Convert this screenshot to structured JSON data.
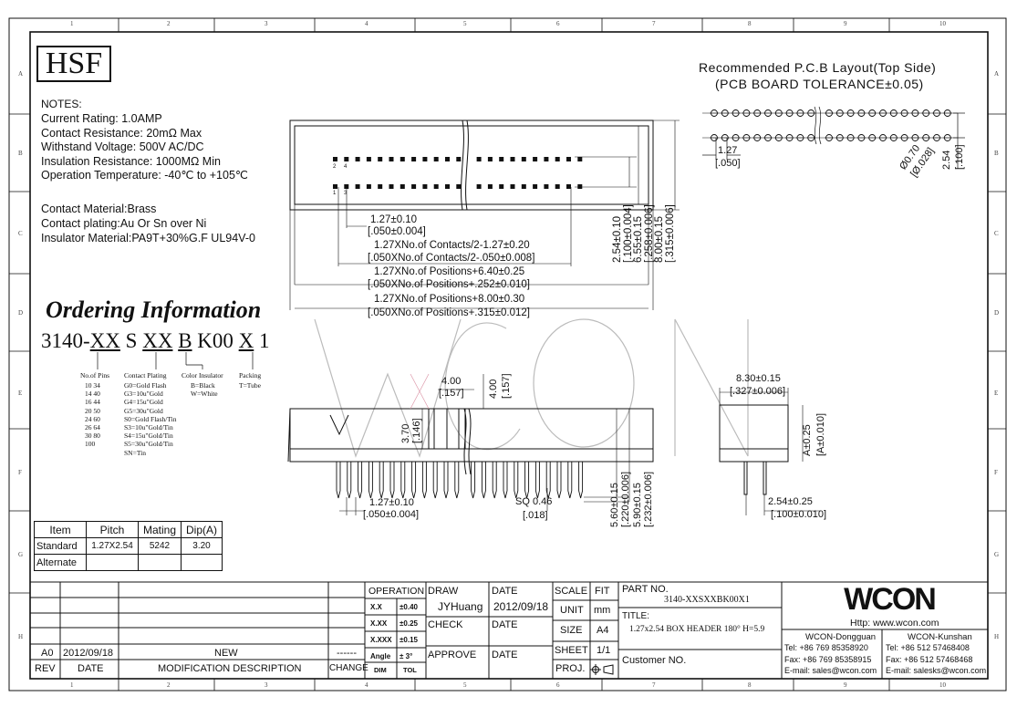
{
  "sheet": {
    "col_numbers": [
      "1",
      "2",
      "3",
      "4",
      "5",
      "6",
      "7",
      "8",
      "9",
      "10"
    ],
    "row_letters": [
      "A",
      "B",
      "C",
      "D",
      "E",
      "F",
      "G",
      "H"
    ]
  },
  "logo": {
    "text": "HSF"
  },
  "notes": {
    "heading": "NOTES:",
    "lines": [
      "Current Rating: 1.0AMP",
      "Contact Resistance: 20mΩ Max",
      "Withstand Voltage: 500V AC/DC",
      "Insulation Resistance: 1000MΩ Min",
      "Operation Temperature: -40℃ to +105℃"
    ],
    "material_lines": [
      "Contact Material:Brass",
      "Contact plating:Au Or Sn over Ni",
      "Insulator Material:PA9T+30%G.F UL94V-0"
    ]
  },
  "ordering": {
    "title": "Ordering Information",
    "code_parts": [
      "3140-",
      "XX",
      " S ",
      "XX",
      " ",
      "B",
      " K00 ",
      "X",
      " 1"
    ],
    "pins": {
      "heading": "No.of Pins",
      "values": [
        "10  34",
        "14  40",
        "16  44",
        "20  50",
        "24  60",
        "26  64",
        "30  80",
        "100"
      ]
    },
    "plating": {
      "heading": "Contact Plating",
      "values": [
        "G0=Gold Flash",
        "G3=10u\"Gold",
        "G4=15u\"Gold",
        "G5=30u\"Gold",
        "S0=Gold Flash/Tin",
        "S3=10u\"Gold/Tin",
        "S4=15u\"Gold/Tin",
        "S5=30u\"Gold/Tin",
        "SN=Tin"
      ]
    },
    "color": {
      "heading": "Color Insulator",
      "values": [
        "B=Black",
        "W=White"
      ]
    },
    "packing": {
      "heading": "Packing",
      "values": [
        "T=Tube"
      ]
    }
  },
  "spec_table": {
    "headers": [
      "Item",
      "Pitch",
      "Mating",
      "Dip(A)"
    ],
    "rows": [
      [
        "Standard",
        "1.27X2.54",
        "5242",
        "3.20"
      ],
      [
        "Alternate",
        "",
        "",
        ""
      ]
    ]
  },
  "pcb_layout": {
    "title": "Recommended P.C.B Layout(Top Side)",
    "subtitle": "(PCB BOARD TOLERANCE±0.05)",
    "dims": [
      "1.27",
      "[.050]",
      "2.54",
      "[.100]",
      "Ø0.70",
      "[Ø.028]"
    ]
  },
  "top_view_dims": [
    "1.27±0.10",
    "[.050±0.004]",
    "1.27XNo.of Contacts/2-1.27±0.20",
    "[.050XNo.of Contacts/2-.050±0.008]",
    "1.27XNo.of Positions+6.40±0.25",
    "[.050XNo.of Positions+.252±0.010]",
    "1.27XNo.of Positions+8.00±0.30",
    "[.050XNo.of Positions+.315±0.012]",
    "2.54±0.10",
    "[.100±0.004]",
    "6.55±0.15",
    "[.258±0.006]",
    "8.00±0.15",
    "[.315±0.006]"
  ],
  "pin_labels": [
    "2",
    "4",
    "1",
    "3"
  ],
  "front_view_dims": [
    "4.00",
    "[.157]",
    "4.00",
    "[.157]",
    "3.70",
    "[.146]",
    "1.27±0.10",
    "[.050±0.004]",
    "SQ 0.46",
    "[.018]",
    "5.60±0.15",
    "[.220±0.006]",
    "5.90±0.15",
    "[.232±0.006]"
  ],
  "side_view_dims": [
    "8.30±0.15",
    "[.327±0.006]",
    "A±0.25",
    "[A±0.010]",
    "2.54±0.25",
    "[.100±0.010]"
  ],
  "watermark": "WCON",
  "title_block": {
    "revision": {
      "rev": "A0",
      "date": "2012/09/18",
      "description": "NEW",
      "change": "------"
    },
    "rev_headers": [
      "REV",
      "DATE",
      "MODIFICATION DESCRIPTION",
      "CHANGE"
    ],
    "operation": {
      "label": "OPERATION",
      "rows": [
        [
          "X.X",
          "±0.40"
        ],
        [
          "X.XX",
          "±0.25"
        ],
        [
          "X.XXX",
          "±0.15"
        ],
        [
          "Angle",
          "± 3°"
        ]
      ],
      "footer": [
        "DIM",
        "TOL"
      ]
    },
    "draw": {
      "label": "DRAW",
      "value": "JYHuang"
    },
    "check": {
      "label": "CHECK"
    },
    "approve": {
      "label": "APPROVE"
    },
    "date_label": "DATE",
    "draw_date": "2012/09/18",
    "scale": {
      "label": "SCALE",
      "value": "FIT"
    },
    "unit": {
      "label": "UNIT",
      "value": "mm"
    },
    "size": {
      "label": "SIZE",
      "value": "A4"
    },
    "sheet": {
      "label": "SHEET",
      "value": "1/1"
    },
    "proj": {
      "label": "PROJ."
    },
    "part_no": {
      "label": "PART NO.",
      "value": "3140-XXSXXBK00X1"
    },
    "title": {
      "label": "TITLE:",
      "value": "1.27x2.54 BOX HEADER 180° H=5.9"
    },
    "customer_no": {
      "label": "Customer NO."
    },
    "company": {
      "logo": "WCON",
      "url": "Http: www.wcon.com",
      "dongguan": {
        "name": "WCON-Dongguan",
        "tel": "Tel: +86 769 85358920",
        "fax": "Fax: +86 769 85358915",
        "email": "E-mail: sales@wcon.com"
      },
      "kunshan": {
        "name": "WCON-Kunshan",
        "tel": "Tel: +86 512 57468408",
        "fax": "Fax: +86 512 57468468",
        "email": "E-mail: salesks@wcon.com"
      }
    }
  }
}
